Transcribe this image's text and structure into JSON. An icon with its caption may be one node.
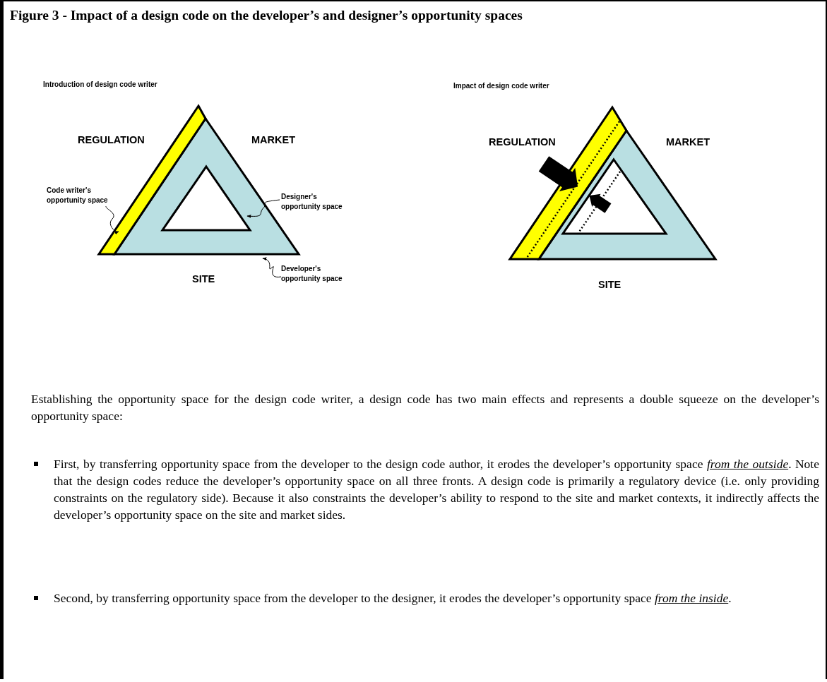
{
  "diagram": {
    "title": "Figure 3 - Impact of a design code on the developer’s and designer’s opportunity spaces",
    "nodes": [
      {
        "text": [
          "Code writer's opportunity space"
        ]
      },
      {
        "text": [],
        "shape": "band"
      },
      {
        "text": [
          "Designer's opportunity space"
        ]
      },
      {
        "text": [],
        "shape": "triangle",
        "in": 5
      },
      {
        "text": [
          "Developer's opportunity space"
        ]
      },
      {
        "text": [],
        "shape": "triangle"
      }
    ],
    "edges": [
      {
        "from": 0,
        "to": 1,
        "arrow": "to"
      },
      {
        "from": 2,
        "to": 3,
        "arrow": "to"
      },
      {
        "from": 4,
        "to": 5,
        "arrow": "to"
      }
    ],
    "labels": [
      "Introduction of design code writer",
      "Impact of design code writer",
      "REGULATION",
      "MARKET",
      "REGULATION",
      "MARKET",
      "SITE",
      "SITE",
      "Establishing the opportunity space for the design code writer, a design code has two main effects and represents a double squeeze on the developer’s opportunity space:",
      "First, by transferring opportunity space from the developer to the design code author, it erodes the developer’s opportunity space *from the outside*.  Note that the design codes reduce the developer’s opportunity space on all three fronts.  A design code is primarily a regulatory device (i.e. only providing constraints on the regulatory side).  Because it also constraints the developer’s ability to respond to the site and market contexts, it indirectly affects the developer’s opportunity space on the site and market sides.",
      "Second, by transferring opportunity space from the developer to the designer, it erodes the developer’s opportunity space *from the inside*."
    ]
  }
}
